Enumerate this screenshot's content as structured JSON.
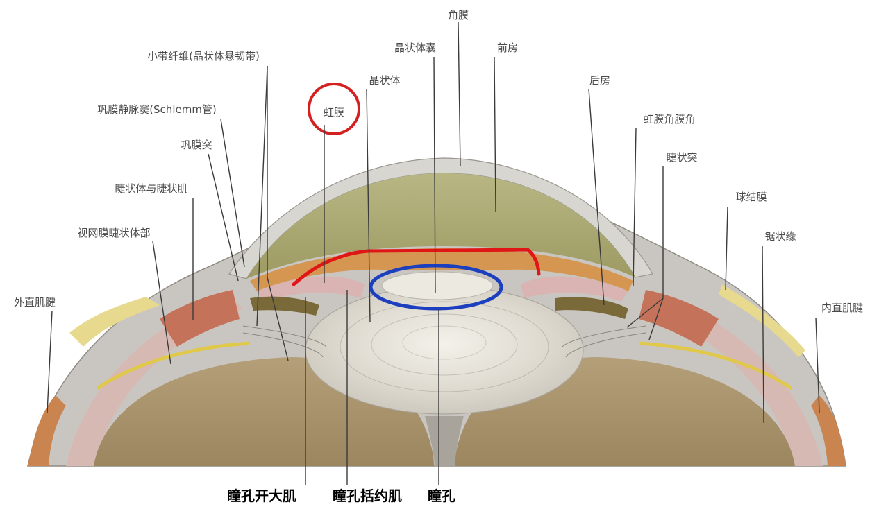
{
  "labels": {
    "cornea": "角膜",
    "lens_capsule": "晶状体囊",
    "anterior_chamber": "前房",
    "zonular_fibers": "小带纤维(晶状体悬韧带)",
    "lens": "晶状体",
    "posterior_chamber": "后房",
    "scleral_venous_sinus": "巩膜静脉窦(Schlemm管)",
    "iris": "虹膜",
    "iridocorneal_angle": "虹膜角膜角",
    "scleral_spur": "巩膜突",
    "ciliary_process": "睫状突",
    "ciliary_body_muscle": "睫状体与睫状肌",
    "bulbar_conjunctiva": "球结膜",
    "retina_ciliary_part": "视网膜睫状体部",
    "ora_serrata": "锯状缘",
    "lateral_rectus_tendon": "外直肌腱",
    "medial_rectus_tendon": "内直肌腱",
    "dilator_pupillae": "瞳孔开大肌",
    "sphincter_pupillae": "瞳孔括约肌",
    "pupil": "瞳孔"
  },
  "highlights": {
    "circle_color": "#d42020",
    "iris_trace_color": "#e01515",
    "ellipse_color": "#1b3fbf"
  }
}
